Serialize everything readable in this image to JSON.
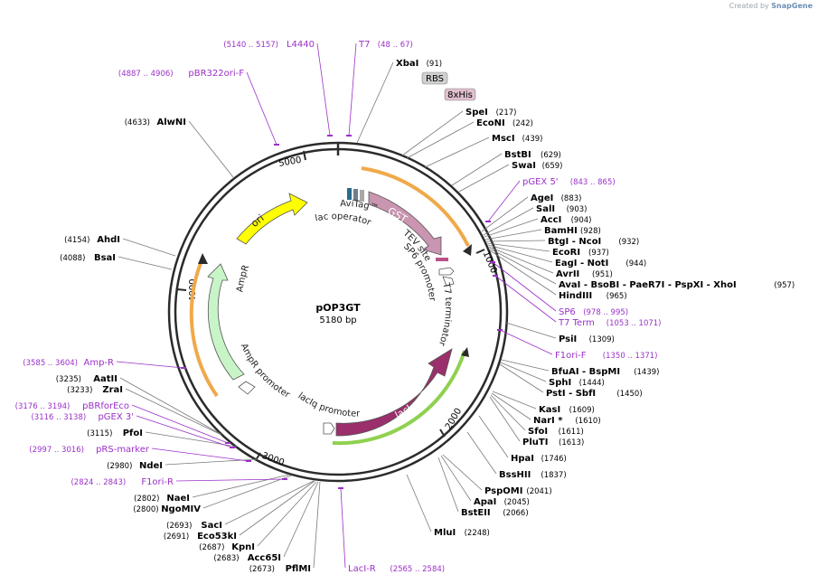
{
  "app": {
    "brand_prefix": "Created by",
    "brand_name": "SnapGene"
  },
  "plasmid": {
    "name": "pOP3GT",
    "size_label": "5180 bp",
    "length": 5180
  },
  "ticks": [
    "1000",
    "2000",
    "3000",
    "4000",
    "5000"
  ],
  "features": [
    {
      "label": "GST"
    },
    {
      "label": "lacI"
    },
    {
      "label": "AmpR"
    },
    {
      "label": "ori"
    },
    {
      "label": "AviTag™"
    },
    {
      "label": "lac operator"
    },
    {
      "label": "TEV site"
    },
    {
      "label": "SP6 promoter"
    },
    {
      "label": "T7 terminator"
    },
    {
      "label": "lacIq promoter"
    },
    {
      "label": "AmpR promoter"
    }
  ],
  "boxed": [
    {
      "label": "RBS",
      "fill": "#d0d0d0"
    },
    {
      "label": "8xHis",
      "fill": "#e0bfcf"
    }
  ],
  "sites": [
    {
      "name": "XbaI",
      "pos": "(91)"
    },
    {
      "name": "SpeI",
      "pos": "(217)"
    },
    {
      "name": "EcoNI",
      "pos": "(242)"
    },
    {
      "name": "MscI",
      "pos": "(439)"
    },
    {
      "name": "BstBI",
      "pos": "(629)"
    },
    {
      "name": "SwaI",
      "pos": "(659)"
    },
    {
      "name": "AgeI",
      "pos": "(883)"
    },
    {
      "name": "SalI",
      "pos": "(903)"
    },
    {
      "name": "AccI",
      "pos": "(904)"
    },
    {
      "name": "BamHI",
      "pos": "(928)"
    },
    {
      "name": "BtgI - NcoI",
      "pos": "(932)"
    },
    {
      "name": "EcoRI",
      "pos": "(937)"
    },
    {
      "name": "EagI - NotI",
      "pos": "(944)"
    },
    {
      "name": "AvrII",
      "pos": "(951)"
    },
    {
      "name": "AvaI - BsoBI - PaeR7I - PspXI - XhoI",
      "pos": "(957)"
    },
    {
      "name": "HindIII",
      "pos": "(965)"
    },
    {
      "name": "PsiI",
      "pos": "(1309)"
    },
    {
      "name": "BfuAI - BspMI",
      "pos": "(1439)"
    },
    {
      "name": "SphI",
      "pos": "(1444)"
    },
    {
      "name": "PstI - SbfI",
      "pos": "(1450)"
    },
    {
      "name": "KasI",
      "pos": "(1609)"
    },
    {
      "name": "NarI *",
      "pos": "(1610)"
    },
    {
      "name": "SfoI",
      "pos": "(1611)"
    },
    {
      "name": "PluTI",
      "pos": "(1613)"
    },
    {
      "name": "HpaI",
      "pos": "(1746)"
    },
    {
      "name": "BssHII",
      "pos": "(1837)"
    },
    {
      "name": "PspOMI",
      "pos": "(2041)"
    },
    {
      "name": "ApaI",
      "pos": "(2045)"
    },
    {
      "name": "BstEII",
      "pos": "(2066)"
    },
    {
      "name": "MluI",
      "pos": "(2248)"
    },
    {
      "name": "PflMI",
      "pos": "(2673)"
    },
    {
      "name": "Acc65I",
      "pos": "(2683)"
    },
    {
      "name": "KpnI",
      "pos": "(2687)"
    },
    {
      "name": "Eco53kI",
      "pos": "(2691)"
    },
    {
      "name": "SacI",
      "pos": "(2693)"
    },
    {
      "name": "NgoMIV",
      "pos": "(2800)"
    },
    {
      "name": "NaeI",
      "pos": "(2802)"
    },
    {
      "name": "NdeI",
      "pos": "(2980)"
    },
    {
      "name": "PfoI",
      "pos": "(3115)"
    },
    {
      "name": "ZraI",
      "pos": "(3233)"
    },
    {
      "name": "AatII",
      "pos": "(3235)"
    },
    {
      "name": "BsaI",
      "pos": "(4088)"
    },
    {
      "name": "AhdI",
      "pos": "(4154)"
    },
    {
      "name": "AlwNI",
      "pos": "(4633)"
    }
  ],
  "primers": [
    {
      "name": "L4440",
      "pos": "(5140 .. 5157)"
    },
    {
      "name": "T7",
      "pos": "(48 .. 67)"
    },
    {
      "name": "pBR322ori-F",
      "pos": "(4887 .. 4906)"
    },
    {
      "name": "pGEX 5'",
      "pos": "(843 .. 865)"
    },
    {
      "name": "SP6",
      "pos": "(978 .. 995)"
    },
    {
      "name": "T7 Term",
      "pos": "(1053 .. 1071)"
    },
    {
      "name": "F1ori-F",
      "pos": "(1350 .. 1371)"
    },
    {
      "name": "LacI-R",
      "pos": "(2565 .. 2584)"
    },
    {
      "name": "F1ori-R",
      "pos": "(2824 .. 2843)"
    },
    {
      "name": "pRS-marker",
      "pos": "(2997 .. 3016)"
    },
    {
      "name": "pGEX 3'",
      "pos": "(3116 .. 3138)"
    },
    {
      "name": "pBRforEco",
      "pos": "(3176 .. 3194)"
    },
    {
      "name": "Amp-R",
      "pos": "(3585 .. 3604)"
    }
  ],
  "colors": {
    "backbone": "#2b2b2b",
    "primer": "#9b30c8",
    "gst": "#c995b0",
    "laci": "#9b2f6b",
    "ampr": "#c8f5c8",
    "ori": "#ffff00",
    "orf_orange": "#f0a94a",
    "orf_green": "#8fd14f",
    "line": "#7a7a7a"
  }
}
